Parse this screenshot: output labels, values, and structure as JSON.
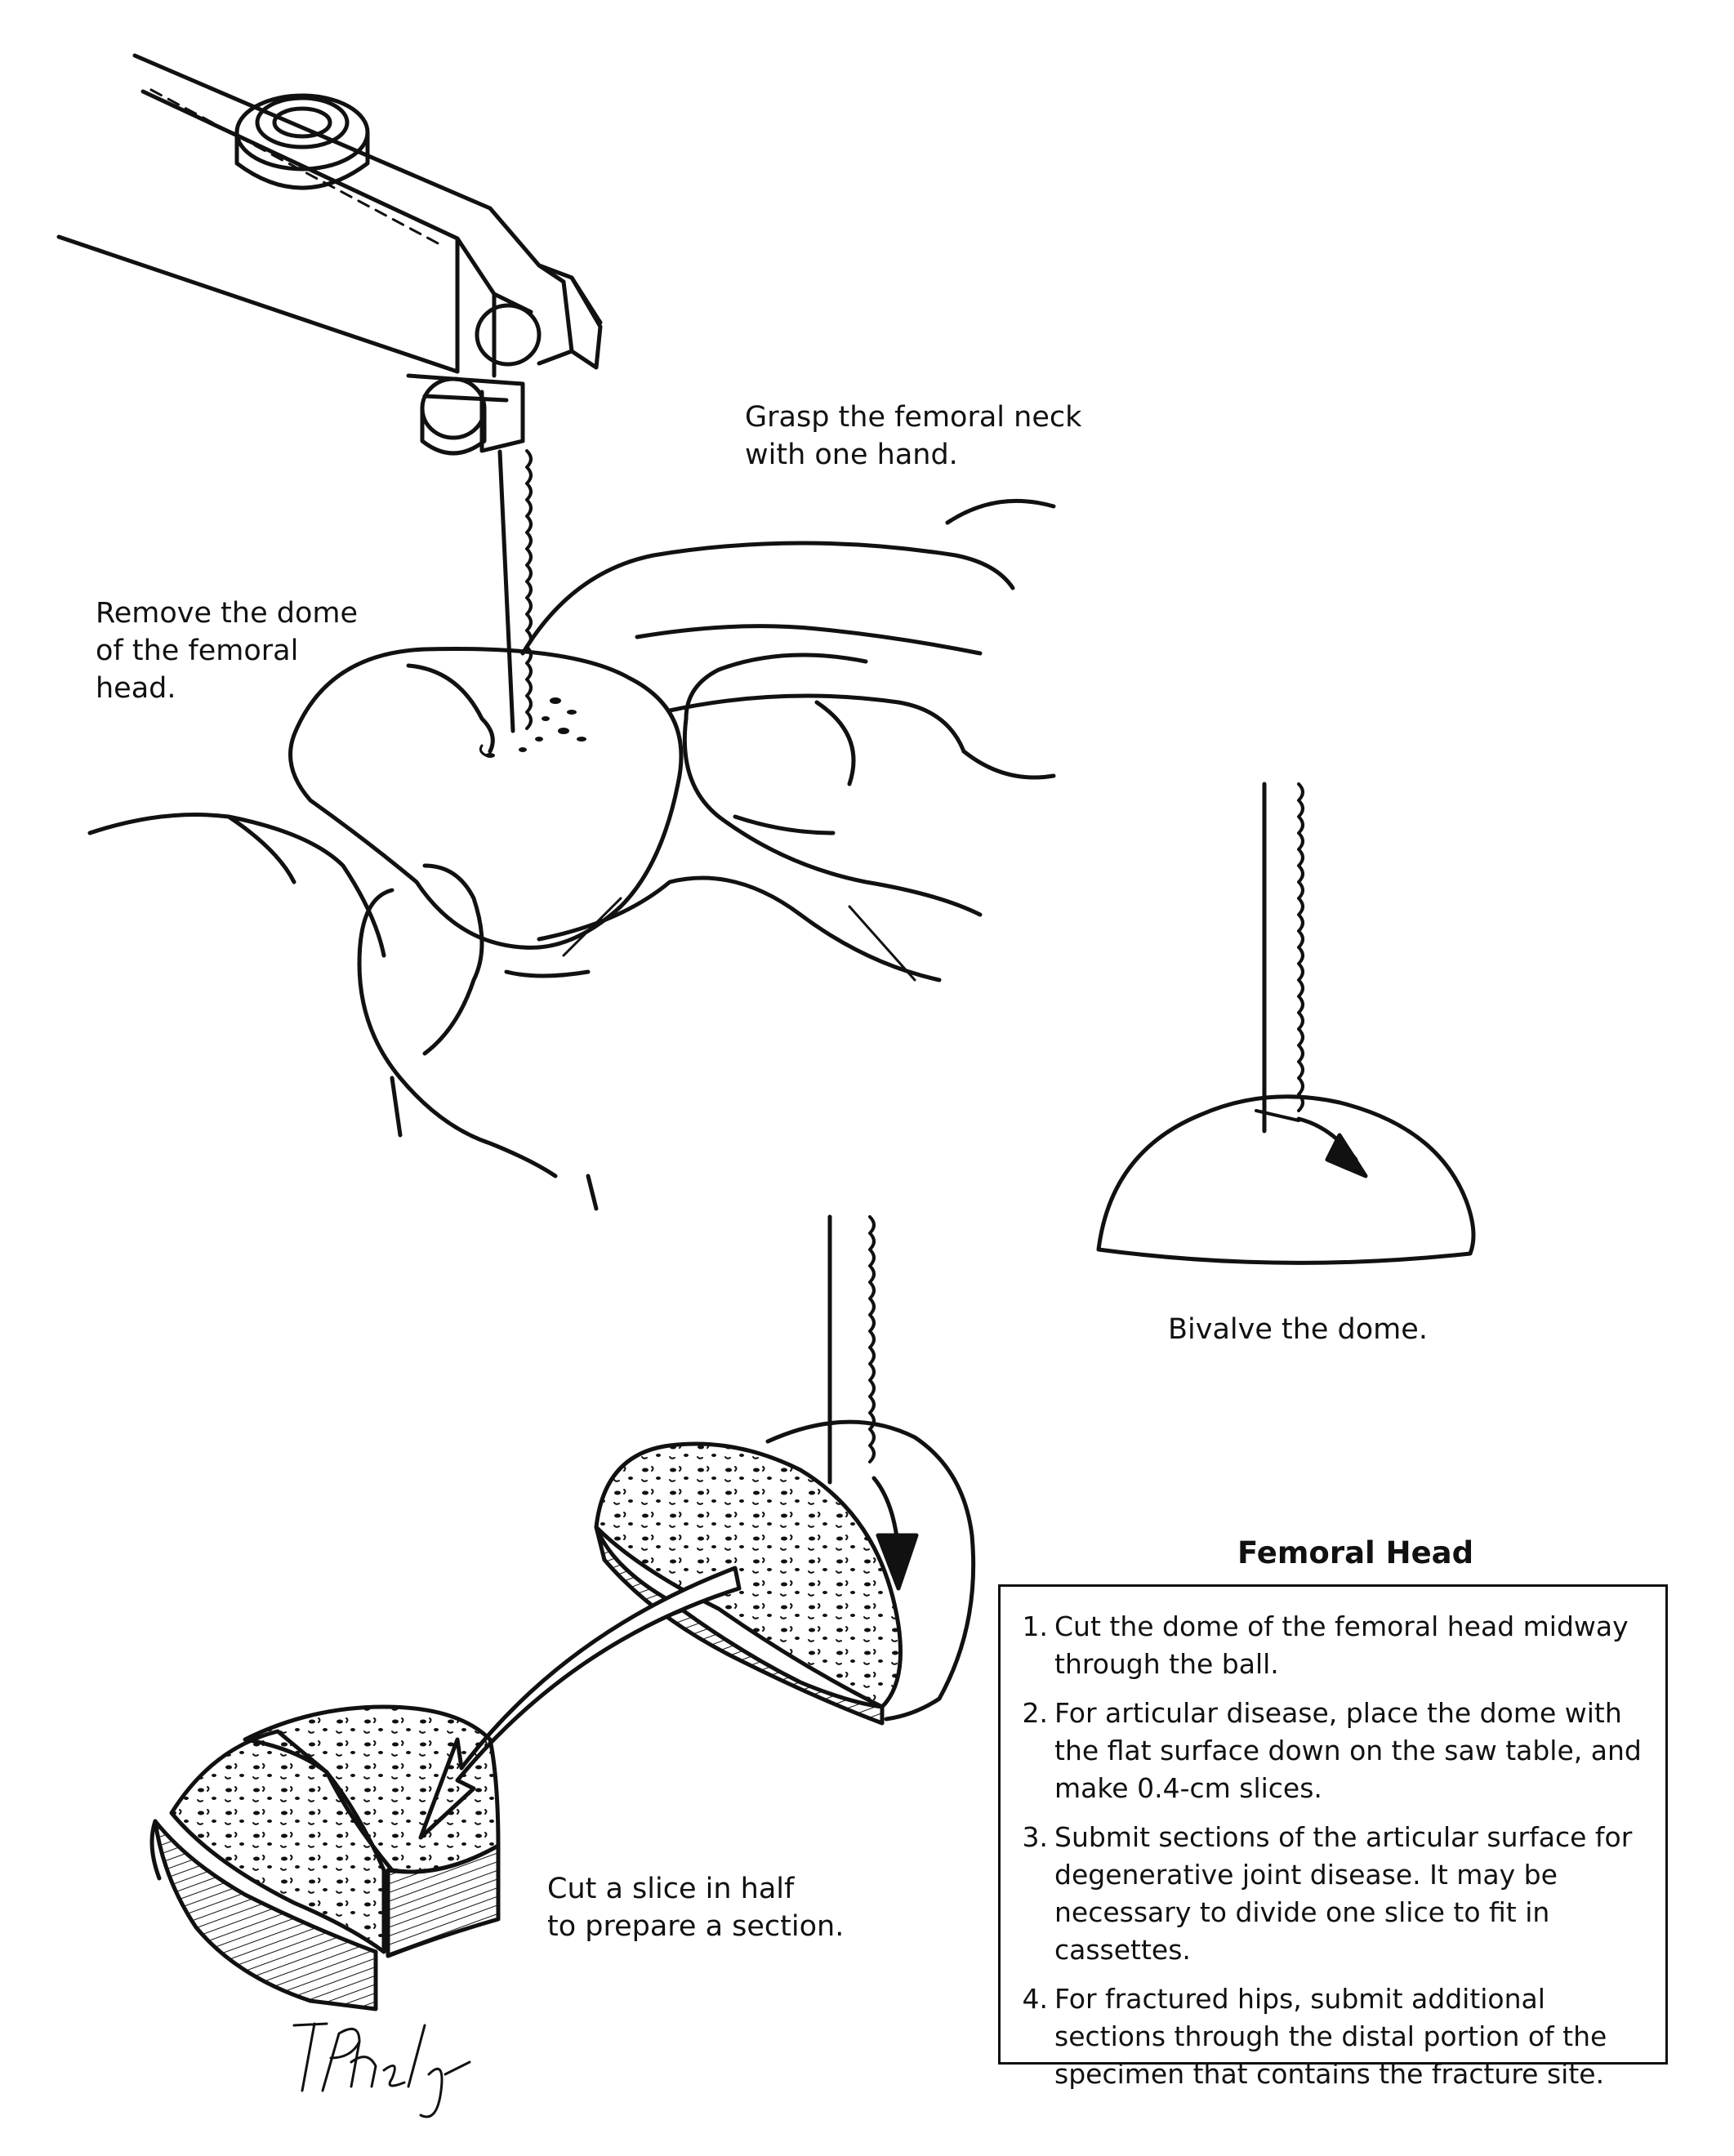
{
  "labels": {
    "remove_dome": "Remove the dome\nof the femoral\nhead.",
    "grasp_neck": "Grasp the femoral neck\nwith one hand.",
    "bivalve": "Bivalve the dome.",
    "cut_slice": "Cut a slice in half\nto prepare a section.",
    "signature": "T.Phelps"
  },
  "steps_box": {
    "title": "Femoral Head",
    "steps": [
      {
        "num": "1.",
        "text": "Cut the dome of the femoral head midway through the ball."
      },
      {
        "num": "2.",
        "text": "For articular disease, place the dome with the flat surface down on the saw table, and make 0.4-cm slices."
      },
      {
        "num": "3.",
        "text": "Submit sections of the articular surface for degenerative joint disease. It may be necessary to divide one slice to fit in cassettes."
      },
      {
        "num": "4.",
        "text": "For fractured hips, submit additional sections through the distal portion of the specimen that contains the fracture site."
      }
    ]
  },
  "colors": {
    "ink": "#111111",
    "paper": "#ffffff"
  }
}
